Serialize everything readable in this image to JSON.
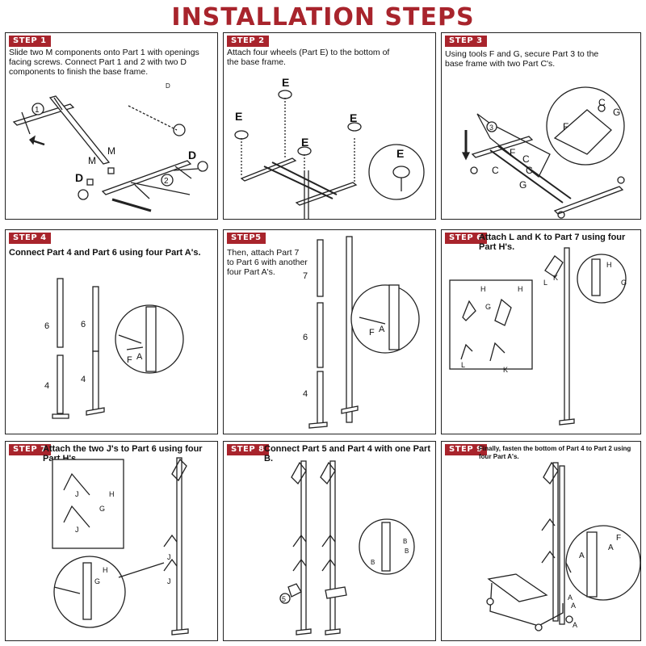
{
  "title": "INSTALLATION STEPS",
  "steps": [
    {
      "badge": "STEP 1",
      "text": "Slide two M components onto Part 1 with openings facing screws. Connect Part 1 and 2 with two D components to finish the base frame.",
      "labels": {
        "p1": "1",
        "p2": "2",
        "d1": "D",
        "d2": "D",
        "d3": "D",
        "m1": "M",
        "m2": "M"
      }
    },
    {
      "badge": "STEP 2",
      "text": "Attach four wheels (Part E) to the bottom of the base frame.",
      "labels": {
        "e1": "E",
        "e2": "E",
        "e3": "E",
        "e4": "E",
        "e5": "E"
      }
    },
    {
      "badge": "STEP 3",
      "text": "Using tools F and G, secure Part 3 to the base frame with two Part C's.",
      "labels": {
        "p3": "3",
        "c1": "C",
        "c2": "C",
        "c3": "C",
        "f1": "F",
        "f2": "F",
        "g1": "G",
        "g2": "G",
        "c4": "C"
      }
    },
    {
      "badge": "STEP 4",
      "text": "Connect Part 4 and Part 6 using four Part A's.",
      "labels": {
        "p6a": "6",
        "p6b": "6",
        "p4a": "4",
        "p4b": "4",
        "f": "F",
        "a": "A"
      }
    },
    {
      "badge": "STEP5",
      "text": "Then, attach Part 7 to Part 6 with another four Part A's.",
      "labels": {
        "p7": "7",
        "p6": "6",
        "p4": "4",
        "f": "F",
        "a": "A"
      }
    },
    {
      "badge": "STEP 6",
      "text": "Attach L and K to Part 7 using four Part H's.",
      "labels": {
        "h1": "H",
        "h2": "H",
        "g1": "G",
        "l": "L",
        "k": "K",
        "l2": "L",
        "k2": "K",
        "h3": "H",
        "g2": "G"
      }
    },
    {
      "badge": "STEP 7",
      "text": "Attach the two J's to Part 6 using four Part H's.",
      "labels": {
        "j1": "J",
        "j2": "J",
        "h1": "H",
        "g1": "G",
        "j3": "J",
        "j4": "J",
        "g2": "G",
        "h2": "H"
      }
    },
    {
      "badge": "STEP 8",
      "text": "Connect Part 5 and Part 4 with one Part B.",
      "labels": {
        "b1": "B",
        "b2": "B",
        "b3": "B",
        "p5": "5"
      }
    },
    {
      "badge": "STEP 9",
      "text": "Finally, fasten the bottom of Part 4 to Part 2 using four Part A's.",
      "labels": {
        "f": "F",
        "a1": "A",
        "a2": "A",
        "a3": "A",
        "a4": "A",
        "a5": "A"
      }
    }
  ]
}
